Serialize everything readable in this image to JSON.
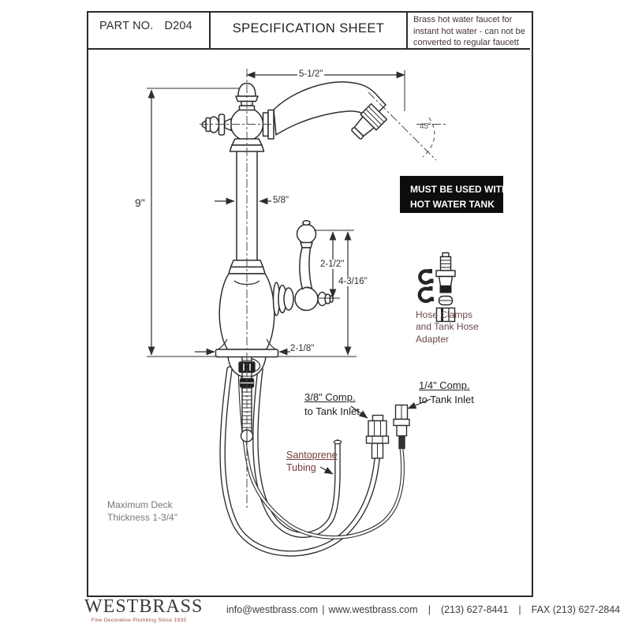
{
  "header": {
    "part_label": "PART NO.",
    "part_number": "D204",
    "title": "SPECIFICATION SHEET",
    "note_lines": [
      "Brass hot water faucet for",
      "instant hot water - can not be",
      "converted to regular faucett"
    ]
  },
  "drawing": {
    "dimensions": {
      "spout_reach": "5-1/2\"",
      "overall_height": "9\"",
      "column_width": "5/8\"",
      "spout_angle": "45°",
      "handle_length": "2-1/2\"",
      "handle_height": "4-3/16\"",
      "base_width": "2-1/8\""
    },
    "warning": {
      "line1": "MUST BE USED WITH",
      "line2": "HOT WATER TANK"
    },
    "labels": {
      "hose_clamps": [
        "Hose Clamps",
        "and Tank Hose",
        "Adapter"
      ],
      "comp_38_line1": "3/8\" Comp.",
      "comp_38_line2": "to Tank Inlet",
      "comp_14_line1": "1/4\" Comp.",
      "comp_14_line2": "to Tank Inlet",
      "santoprene_line1": "Santoprene",
      "santoprene_line2": "Tubing",
      "max_deck_line1": "Maximum Deck",
      "max_deck_line2": "Thickness 1-3/4\""
    }
  },
  "footer": {
    "brand": "WESTBRASS",
    "tagline": "Fine Decorative Plumbing Since 1935",
    "email": "info@westbrass.com",
    "website": "www.westbrass.com",
    "phone": "(213) 627-8441",
    "fax": "FAX (213) 627-2844",
    "separator": "|"
  },
  "colors": {
    "line": "#2d2d2d",
    "accent_maroon": "#7b3a3a",
    "warning_bg": "#0d0d0d",
    "warning_fg": "#ffffff"
  }
}
